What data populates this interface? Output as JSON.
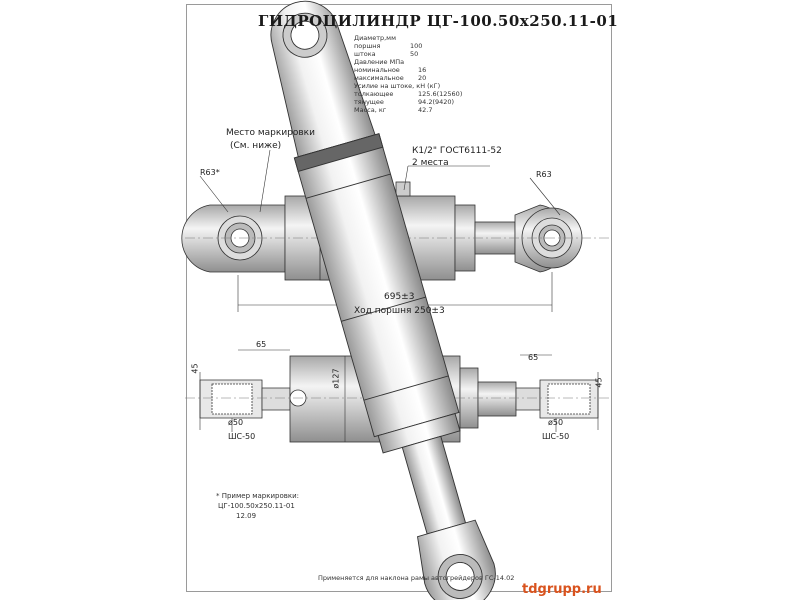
{
  "title": "ГИДРОЦИЛИНДР  ЦГ-100.50х250.11-01",
  "specs": [
    {
      "label": "Диаметр,мм",
      "value": ""
    },
    {
      "label": "поршня",
      "value": "100"
    },
    {
      "label": "штока",
      "value": "50"
    },
    {
      "label": "Давление  МПа",
      "value": ""
    },
    {
      "label": "номинальное",
      "value": "16"
    },
    {
      "label": "максимальное",
      "value": "20"
    },
    {
      "label": "Усилие на штоке, кН (кГ)",
      "value": ""
    },
    {
      "label": "толкающее",
      "value": "125.6(12560)"
    },
    {
      "label": "тянущее",
      "value": "94.2(9420)"
    },
    {
      "label": "Масса, кг",
      "value": "42.7"
    }
  ],
  "labels": {
    "marking_place": "Место маркировки",
    "marking_see": "(См. ниже)",
    "r_left": "R63*",
    "r_right": "R63",
    "port": "К1/2\" ГОСТ6111-52",
    "port_count": "2 места",
    "length": "695±3",
    "stroke": "Ход поршня 250±3",
    "dim_65_left": "65",
    "dim_65_right": "65",
    "dim_45_left": "45",
    "dim_45_right": "45",
    "dia_127": "ø127",
    "dia_50_left": "ø50",
    "dia_50_right": "ø50",
    "bearing_left": "ШС-50",
    "bearing_right": "ШС-50"
  },
  "marking_example": {
    "header": "* Пример маркировки:",
    "line1": "ЦГ-100.50х250.11-01",
    "line2": "12.09"
  },
  "footer": "Применяется для наклона рамы автогрейдеров ГС-14.02",
  "brand": "tdgrupp.ru"
}
